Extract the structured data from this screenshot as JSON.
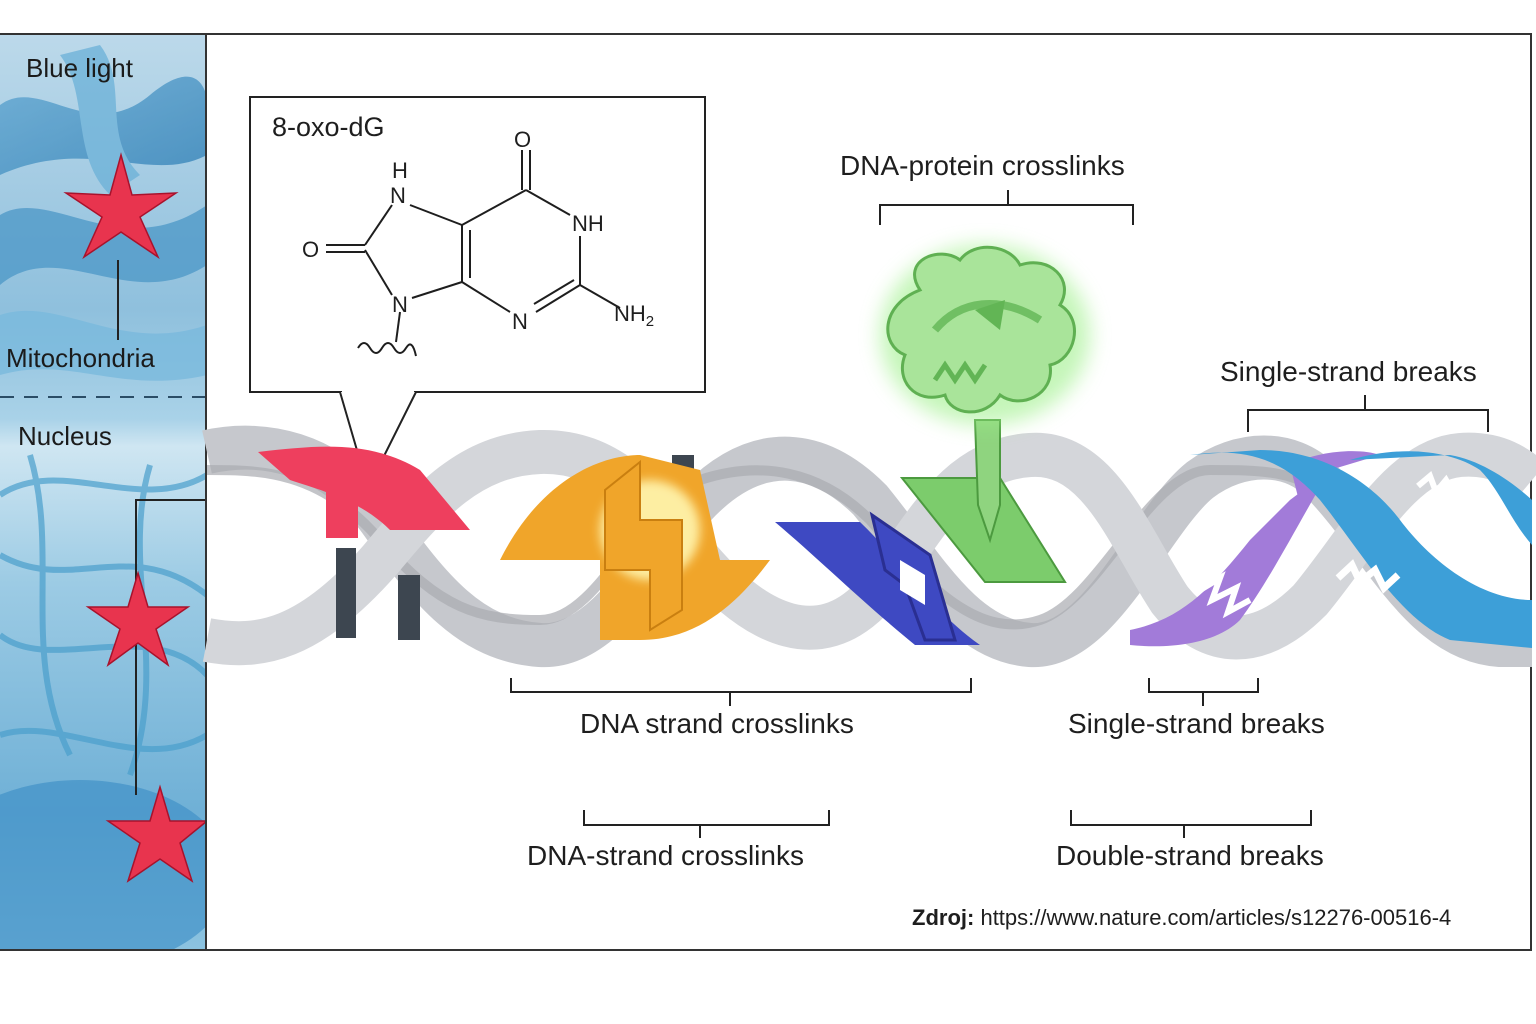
{
  "sidebar": {
    "blue_light": "Blue light",
    "mitochondria": "Mitochondria",
    "nucleus": "Nucleus"
  },
  "molecule": {
    "title": "8-oxo-dG",
    "atoms": {
      "o_top": "O",
      "h_top": "H",
      "n7": "N",
      "nh": "NH",
      "o_left": "O",
      "n9": "N",
      "n3": "N",
      "nh2": "NH",
      "nh2_sub": "2"
    }
  },
  "labels": {
    "dna_protein_crosslinks": "DNA-protein crosslinks",
    "single_strand_breaks_top": "Single-strand breaks",
    "dna_strand_crosslinks": "DNA strand crosslinks",
    "single_strand_breaks_bottom": "Single-strand breaks",
    "dna_strand_crosslinks_2": "DNA-strand crosslinks",
    "double_strand_breaks": "Double-strand breaks"
  },
  "source": {
    "prefix": "Zdroj:",
    "url": "https://www.nature.com/articles/s12276-00516-4"
  },
  "colors": {
    "oxidized_base": "#ee3f5e",
    "crosslink_orange": "#f0a52a",
    "crosslink_blue": "#3e49c2",
    "protein_green": "#7ccc6c",
    "break_purple": "#a27bd9",
    "break_blue": "#3d9fd8",
    "strand_gray": "#c9cbd0",
    "base_dark": "#3d4650",
    "star_red": "#e8344e"
  }
}
